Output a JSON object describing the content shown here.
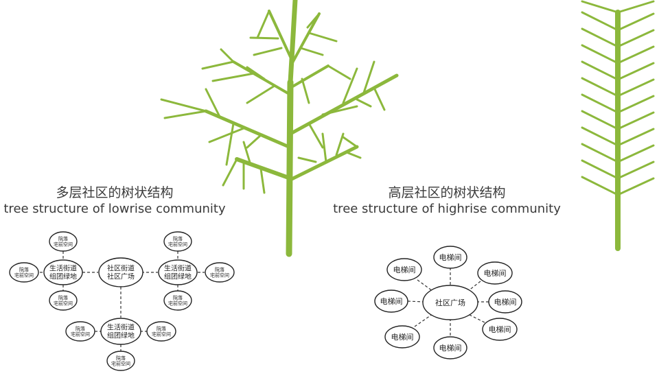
{
  "colors": {
    "branch": "#8cb83c",
    "ink": "#222222",
    "line": "#333333"
  },
  "lowrise": {
    "title_zh": "多层社区的树状结构",
    "title_en": "tree structure of lowrise community",
    "center": "社区街道\n社区广场",
    "street_label": "生活街道\n组团绿地",
    "courtyard_label": "院落\n宅前空间"
  },
  "highrise": {
    "title_zh": "高层社区的树状结构",
    "title_en": "tree structure of highrise community",
    "center": "社区广场",
    "satellite": "电梯间"
  }
}
